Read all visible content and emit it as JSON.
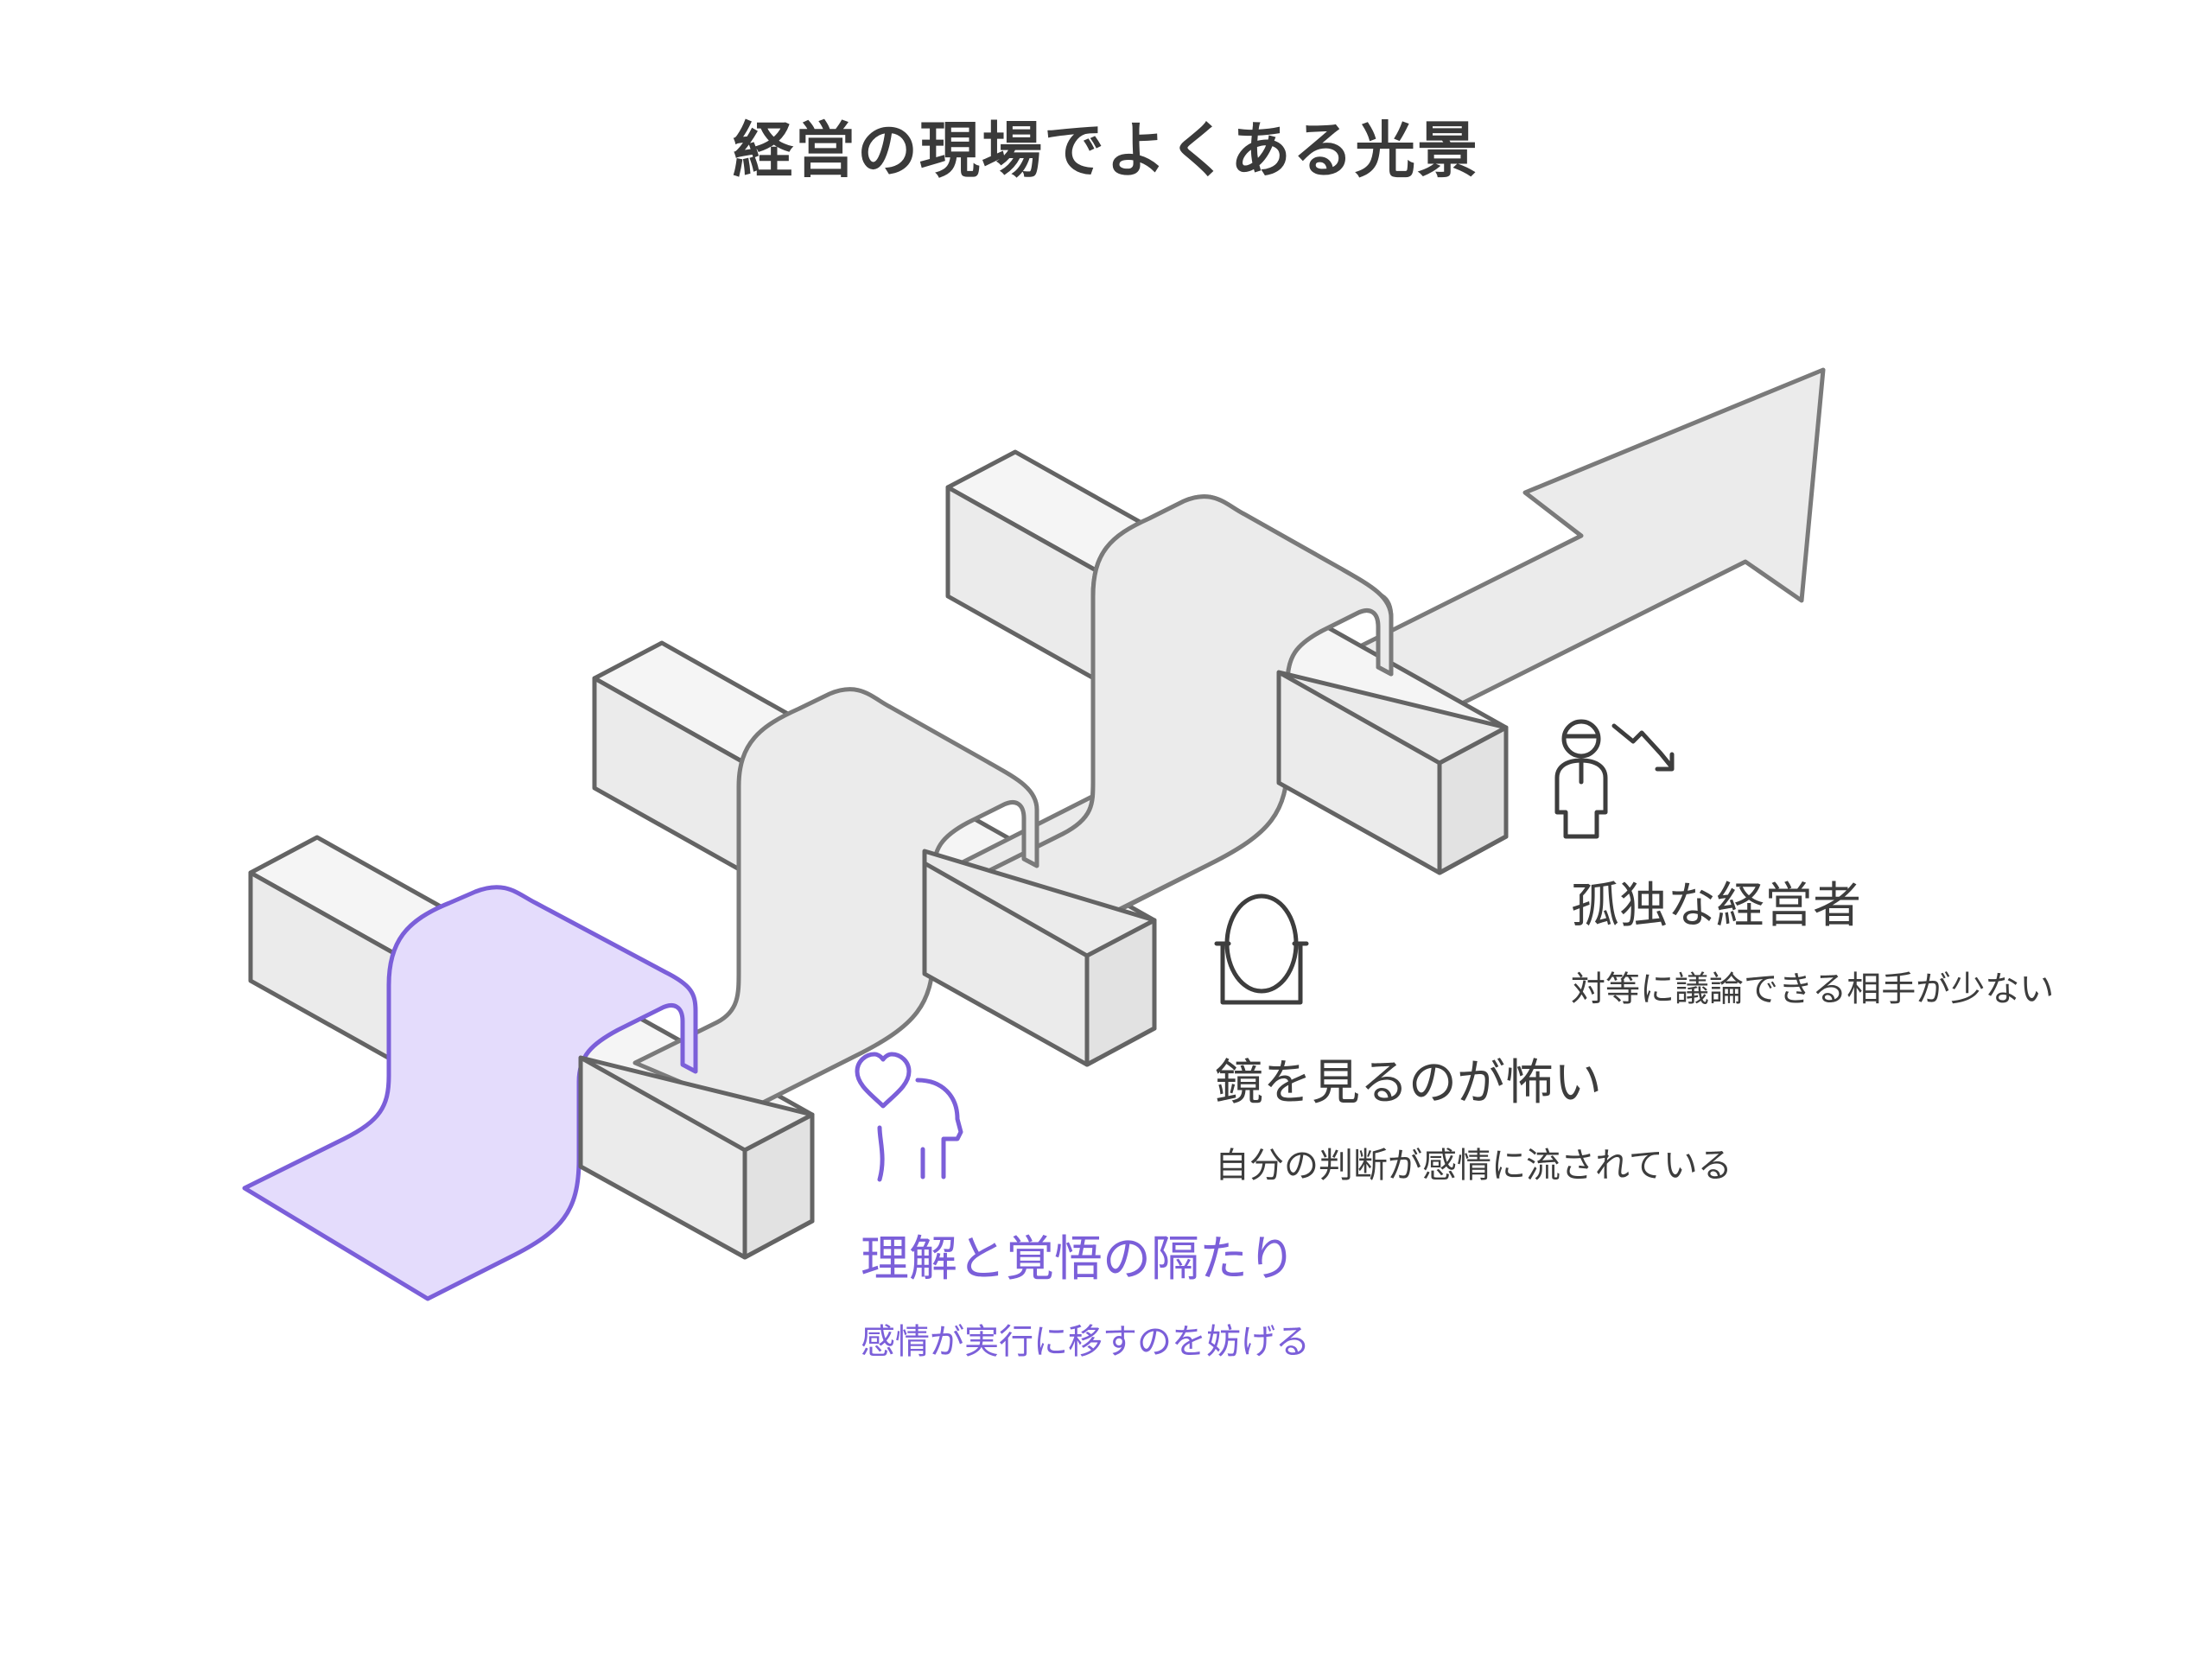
{
  "title": "経営の現場でよくある光景",
  "items": [
    {
      "heading": "理解と覚悟の隔たり",
      "description": "感情が実行に移すのを妨げる",
      "icon": "heart-head-icon",
      "color": "#7b5fd9"
    },
    {
      "heading": "鏡を見るのが怖い",
      "description": "自分の判断が感情に流されている",
      "icon": "mirror-icon",
      "color": "#3d3d3d"
    },
    {
      "heading": "孤独な経営者",
      "description": "対等に議論できる相手が少ない",
      "icon": "person-decline-icon",
      "color": "#3d3d3d"
    }
  ],
  "colors": {
    "stroke": "#646464",
    "fill": "#ebebeb",
    "accent": "#7b5fd9",
    "accent_fill": "#e4dcfc"
  }
}
